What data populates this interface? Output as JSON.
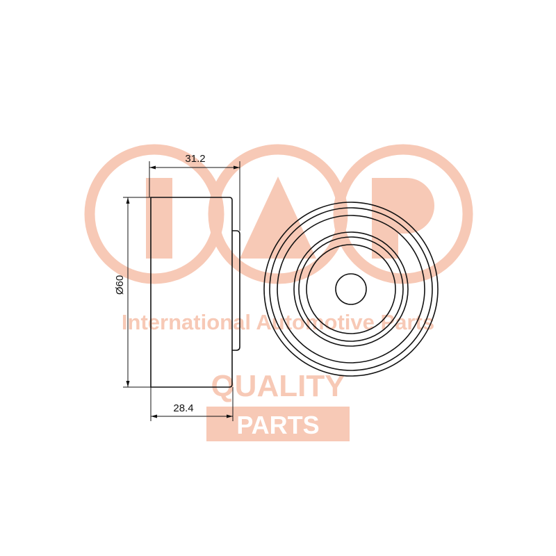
{
  "watermark": {
    "logo_letters": "IAP",
    "tagline": "International Automotive Parts",
    "quality": "QUALITY",
    "parts": "PARTS",
    "color": "#f7c9b6"
  },
  "drawing": {
    "dim_overall_width": "31.2",
    "dim_body_width": "28.4",
    "dim_diameter": "Ø60"
  }
}
